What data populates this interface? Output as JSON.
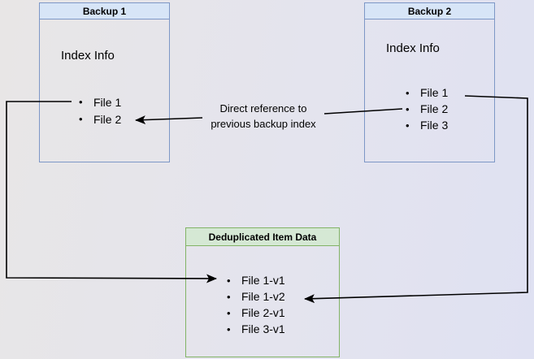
{
  "backup1": {
    "title": "Backup 1",
    "subtitle": "Index Info",
    "items": [
      "File 1",
      "File 2"
    ]
  },
  "backup2": {
    "title": "Backup 2",
    "subtitle": "Index Info",
    "items": [
      "File 1",
      "File 2",
      "File 3"
    ]
  },
  "dedup": {
    "title": "Deduplicated Item Data",
    "items": [
      "File 1-v1",
      "File 1-v2",
      "File 2-v1",
      "File 3-v1"
    ]
  },
  "edge_label": {
    "line1": "Direct reference to",
    "line2": "previous backup index"
  },
  "colors": {
    "blue_header_fill": "#d7e5f7",
    "blue_border": "#7d97c6",
    "green_header_fill": "#d5e8d4",
    "green_border": "#82b366",
    "arrow": "#000000"
  }
}
